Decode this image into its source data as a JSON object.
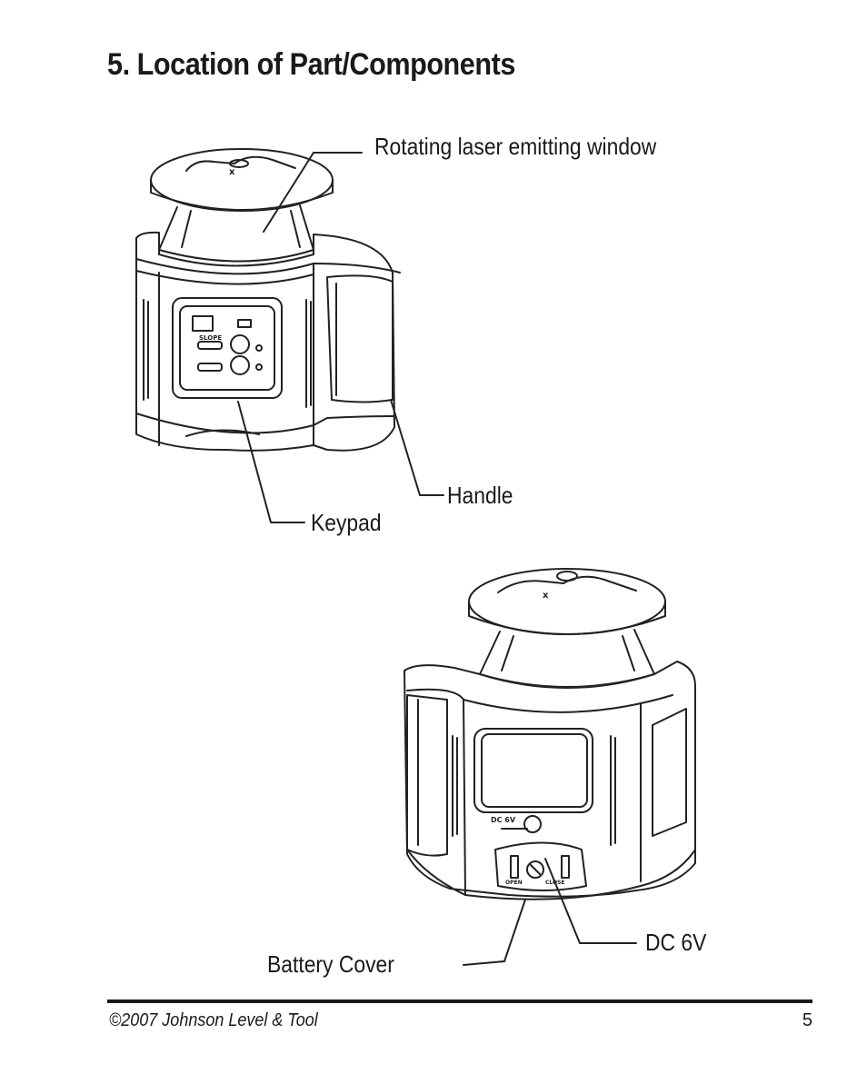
{
  "page": {
    "title": "5. Location of Part/Components"
  },
  "callouts": {
    "rotating_window": "Rotating laser emitting window",
    "handle": "Handle",
    "keypad": "Keypad",
    "dc_6v": "DC 6V",
    "battery_cover": "Battery Cover"
  },
  "device_markings": {
    "slope": "SLOPE",
    "dc_6v": "DC 6V",
    "open": "OPEN",
    "close": "CLOSE",
    "x": "x"
  },
  "footer": {
    "copyright": "©2007 Johnson Level & Tool",
    "page_number": "5"
  }
}
